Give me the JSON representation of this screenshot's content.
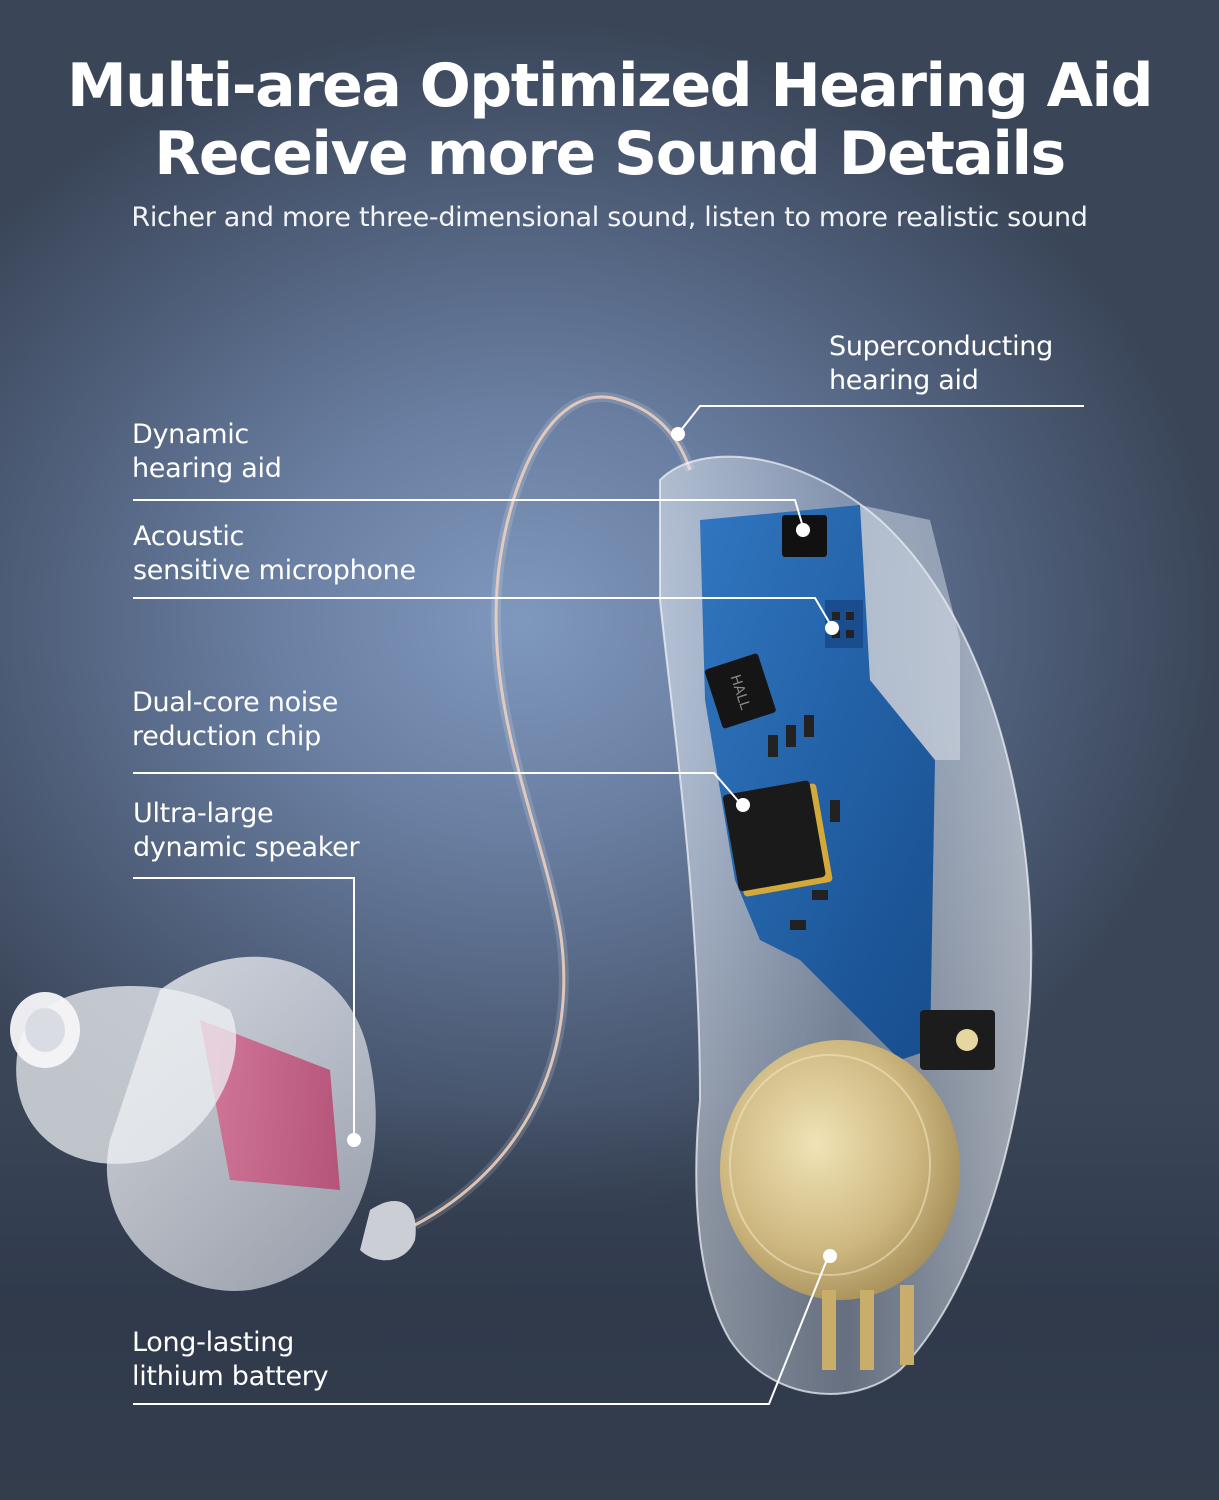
{
  "header": {
    "title_line1": "Multi-area Optimized Hearing Aid",
    "title_line2": "Receive more Sound Details",
    "subtitle": "Richer and more three-dimensional sound, listen to more realistic sound"
  },
  "callouts": [
    {
      "line1": "Superconducting",
      "line2": "hearing aid"
    },
    {
      "line1": "Dynamic",
      "line2": "hearing aid"
    },
    {
      "line1": "Acoustic",
      "line2": "sensitive microphone"
    },
    {
      "line1": "Dual-core noise",
      "line2": "reduction chip"
    },
    {
      "line1": "Ultra-large",
      "line2": "dynamic speaker"
    },
    {
      "line1": "Long-lasting",
      "line2": "lithium battery"
    }
  ],
  "product": {
    "chip_marking": "HALL",
    "colors": {
      "background": "#6a7fa2",
      "pcb": "#1d5ea8",
      "battery": "#c9b27a",
      "speaker_core": "#c0507a",
      "callout": "#ffffff"
    }
  }
}
